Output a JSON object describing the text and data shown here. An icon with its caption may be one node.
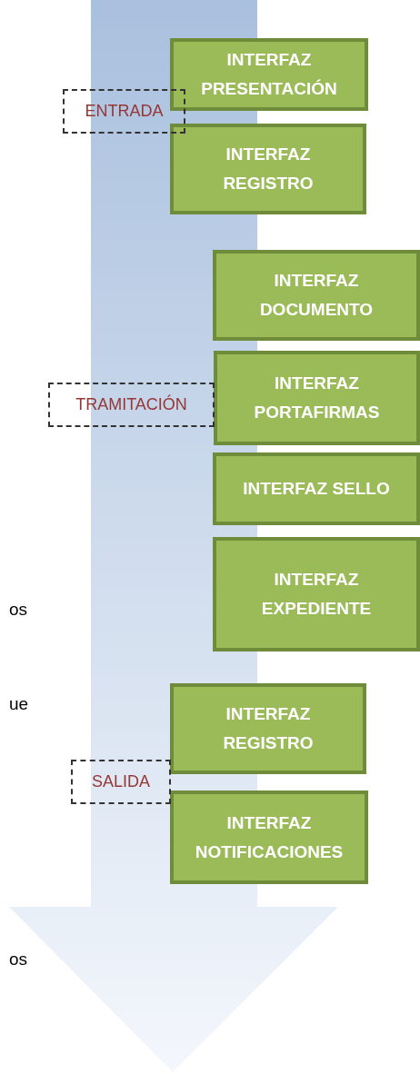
{
  "diagram": {
    "nodes": [
      {
        "text": [
          "INTERFAZ PRESENTACIÓN"
        ]
      },
      {
        "text": [
          "ENTRADA"
        ]
      },
      {
        "text": [
          "INTERFAZ REGISTRO"
        ]
      },
      {
        "text": [
          "INTERFAZ DOCUMENTO"
        ]
      },
      {
        "text": [
          "INTERFAZ PORTAFIRMAS"
        ]
      },
      {
        "text": [
          "TRAMITACIÓN"
        ]
      },
      {
        "text": [
          "INTERFAZ SELLO"
        ]
      },
      {
        "text": [
          "INTERFAZ EXPEDIENTE"
        ]
      },
      {
        "text": [
          "INTERFAZ REGISTRO"
        ]
      },
      {
        "text": [
          "SALIDA"
        ]
      },
      {
        "text": [
          "INTERFAZ NOTIFICACIONES"
        ]
      }
    ],
    "edges": [],
    "labels": [
      "os",
      "ue",
      "os"
    ]
  }
}
